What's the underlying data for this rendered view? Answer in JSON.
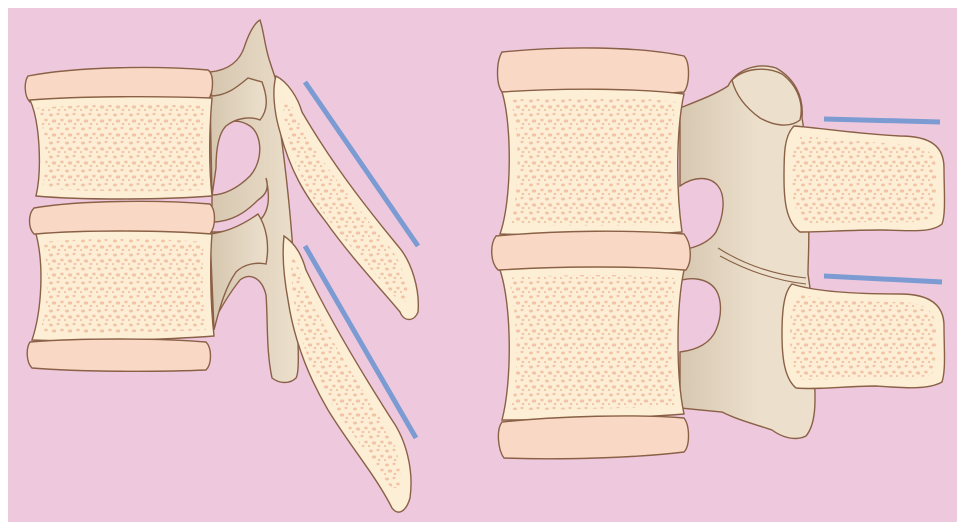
{
  "colors": {
    "background": "#eec9dd",
    "bone_fill": "#fcefd6",
    "bone_outline": "#8a6046",
    "disc_fill": "#f9d9c6",
    "process_fill": "#ece0cc",
    "process_shadow": "#d6c6b0",
    "trabecular_dot": "#f2c3a6",
    "guide_line": "#7b9bd2",
    "frame": "#ffffff"
  },
  "diagrams": [
    {
      "id": "left",
      "view": "sloped-spinous-processes",
      "vertebra_count": 2,
      "guide_lines": 2,
      "guide_orientation": "oblique"
    },
    {
      "id": "right",
      "view": "horizontal-spinous-processes",
      "vertebra_count": 2,
      "guide_lines": 2,
      "guide_orientation": "horizontal"
    }
  ]
}
